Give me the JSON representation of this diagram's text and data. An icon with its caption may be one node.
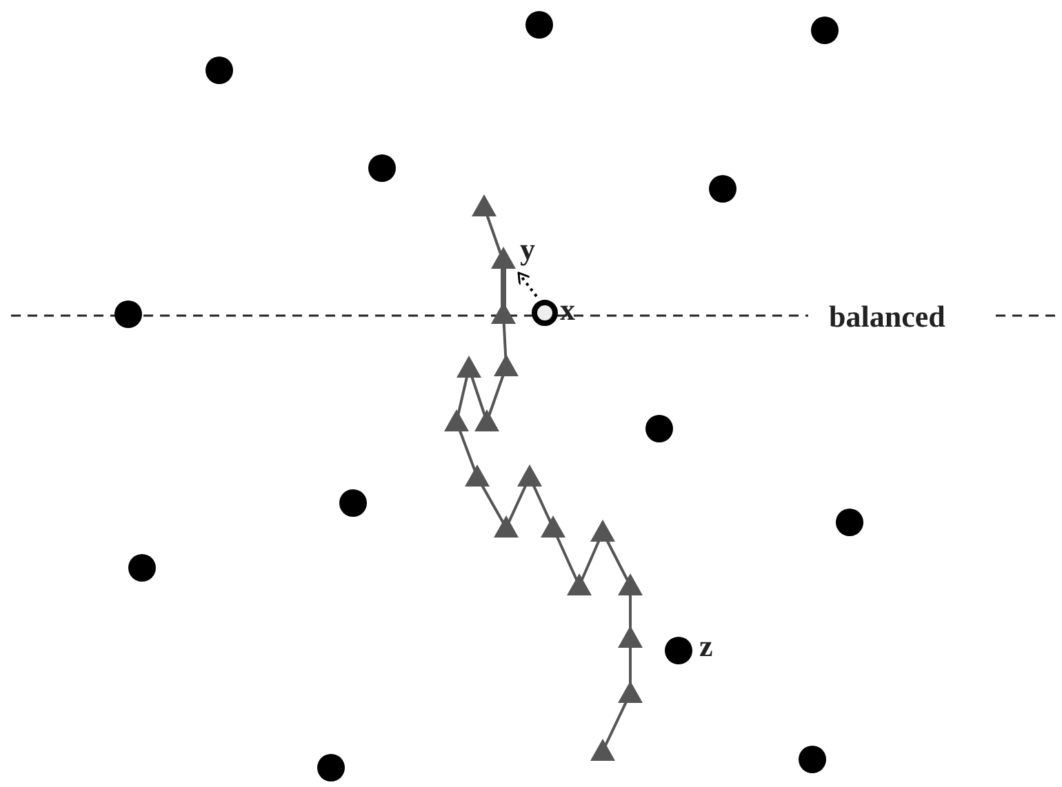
{
  "diagram": {
    "nodes": [
      {
        "text": [
          "x"
        ]
      },
      {
        "text": [
          "y"
        ]
      },
      {
        "text": [
          "z"
        ]
      }
    ],
    "edges": [
      {
        "from": 0,
        "to": 1,
        "arrow": "to",
        "style": "dashed"
      }
    ],
    "labels": [
      "balanced"
    ]
  }
}
